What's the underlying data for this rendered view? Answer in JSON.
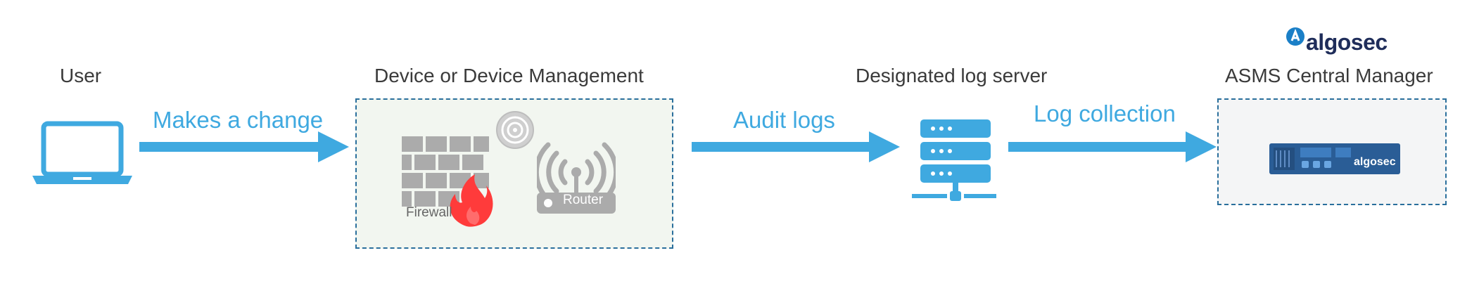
{
  "nodes": {
    "user": {
      "label": "User"
    },
    "device": {
      "label": "Device or Device Management",
      "firewall_label": "Firewall",
      "router_label": "Router"
    },
    "log_server": {
      "label": "Designated log server"
    },
    "asms": {
      "label": "ASMS Central Manager",
      "brand": "algosec",
      "appliance_brand": "algosec"
    }
  },
  "edges": [
    {
      "label": "Makes a change"
    },
    {
      "label": "Audit logs"
    },
    {
      "label": "Log collection"
    }
  ],
  "colors": {
    "accent": "#3fa9e0",
    "box_border": "#2a6f9c",
    "flame": "#ff3b3b",
    "gray_icon": "#a8a8a8",
    "brand": "#1f2d5a"
  }
}
